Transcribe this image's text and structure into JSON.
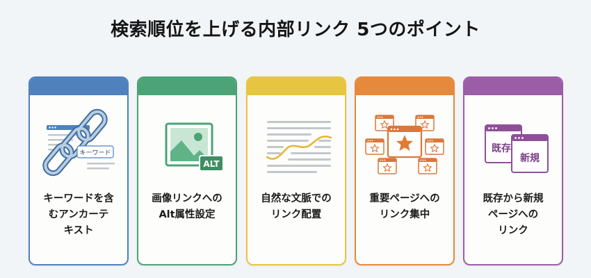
{
  "title": "検索順位を上げる内部リンク 5つのポイント",
  "cards": [
    {
      "id": "keyword-anchor",
      "color": "#4f81bd",
      "icon": "chain-link-with-keyword-tag-icon",
      "icon_tag": "キーワード",
      "label_lines": [
        "キーワードを含",
        "むアンカーテ",
        "キスト"
      ]
    },
    {
      "id": "image-alt",
      "color": "#4ca376",
      "icon": "image-with-alt-badge-icon",
      "icon_tag": "ALT",
      "label_lines": [
        "画像リンクへの",
        "Alt属性設定"
      ]
    },
    {
      "id": "natural-context",
      "color": "#e8c540",
      "icon": "text-with-wavy-link-icon",
      "label_lines": [
        "自然な文脈での",
        "リンク配置"
      ]
    },
    {
      "id": "important-page",
      "color": "#e58a3c",
      "icon": "central-star-page-network-icon",
      "label_lines": [
        "重要ページへの",
        "リンク集中"
      ]
    },
    {
      "id": "old-to-new",
      "color": "#9b5ea6",
      "icon": "existing-to-new-pages-icon",
      "icon_tags": [
        "既存",
        "新規"
      ],
      "label_lines": [
        "既存から新規",
        "ページへの",
        "リンク"
      ]
    }
  ],
  "colors": {
    "background": "#f2f5f7",
    "card_body": "#fdfdfb",
    "text": "#1b1b1b",
    "gray_line": "#c2c7cc"
  }
}
